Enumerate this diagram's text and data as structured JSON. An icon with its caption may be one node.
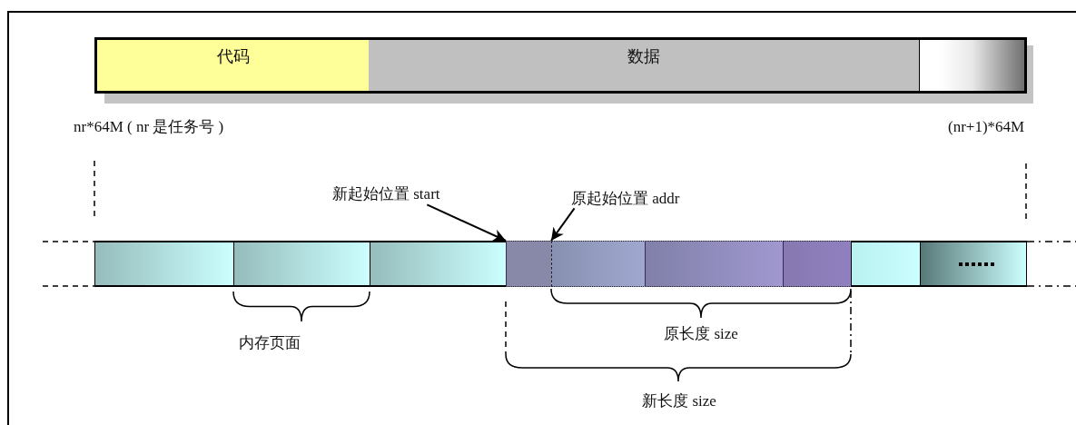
{
  "diagram": {
    "nodes": [
      {
        "text": [
          "代码"
        ]
      },
      {
        "text": [
          "数据"
        ]
      },
      {
        "text": [],
        "shape": "box"
      },
      {
        "text": [
          "新起始位置 start"
        ]
      },
      {
        "text": [
          "原起始位置 addr"
        ]
      },
      {
        "text": [],
        "shape": "box"
      },
      {
        "text": [],
        "shape": "box"
      },
      {
        "text": [],
        "shape": "box"
      },
      {
        "text": [],
        "shape": "box"
      },
      {
        "text": [],
        "shape": "box"
      },
      {
        "text": [],
        "shape": "box"
      },
      {
        "text": [],
        "shape": "box"
      },
      {
        "text": [],
        "shape": "box"
      },
      {
        "text": [],
        "shape": "box"
      }
    ],
    "edges": [
      {
        "from": 3,
        "to": 8,
        "arrow": "to"
      },
      {
        "from": 4,
        "to": 9,
        "arrow": "to"
      }
    ],
    "labels": [
      "nr*64M ( nr 是任务号 )",
      "(nr+1)*64M",
      "内存页面",
      "原长度 size",
      "新长度 size"
    ]
  }
}
